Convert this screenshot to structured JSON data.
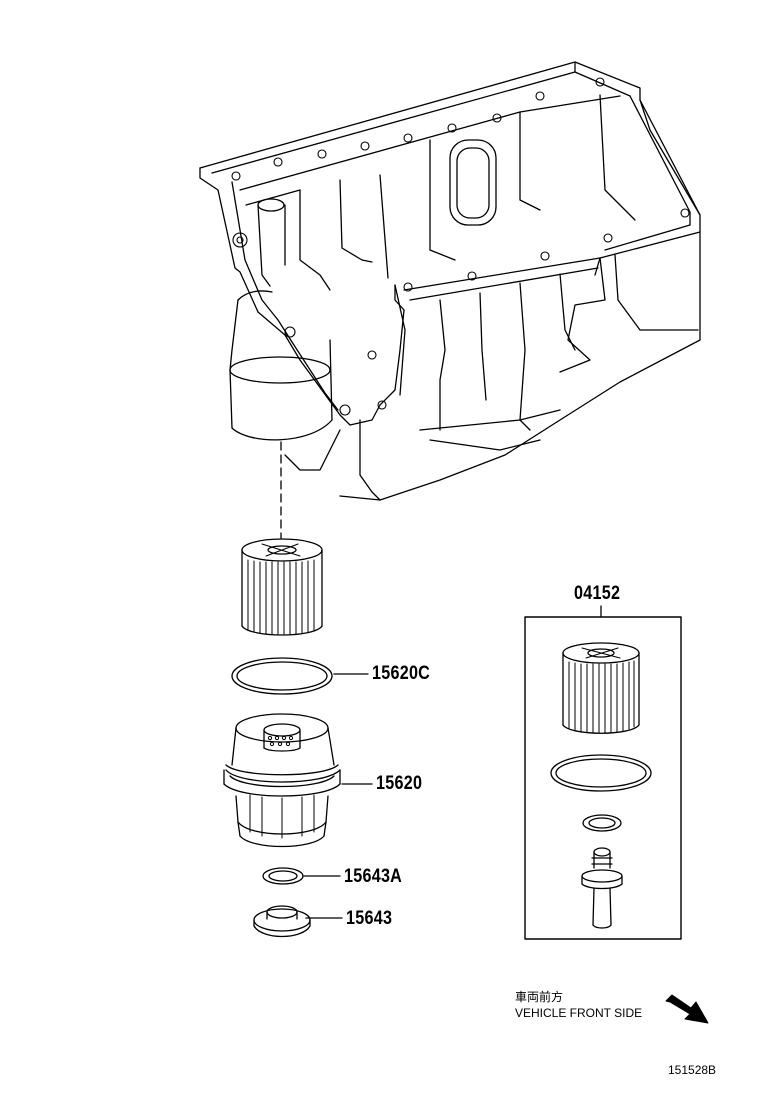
{
  "parts": {
    "kit": "04152",
    "oring_large": "15620C",
    "filter_cap": "15620",
    "oring_small": "15643A",
    "drain_plug": "15643"
  },
  "direction": {
    "jp": "車両前方",
    "en": "VEHICLE FRONT SIDE"
  },
  "illustration_code": "151528B",
  "icons": {
    "direction_arrow": "arrow-down-right-icon"
  }
}
